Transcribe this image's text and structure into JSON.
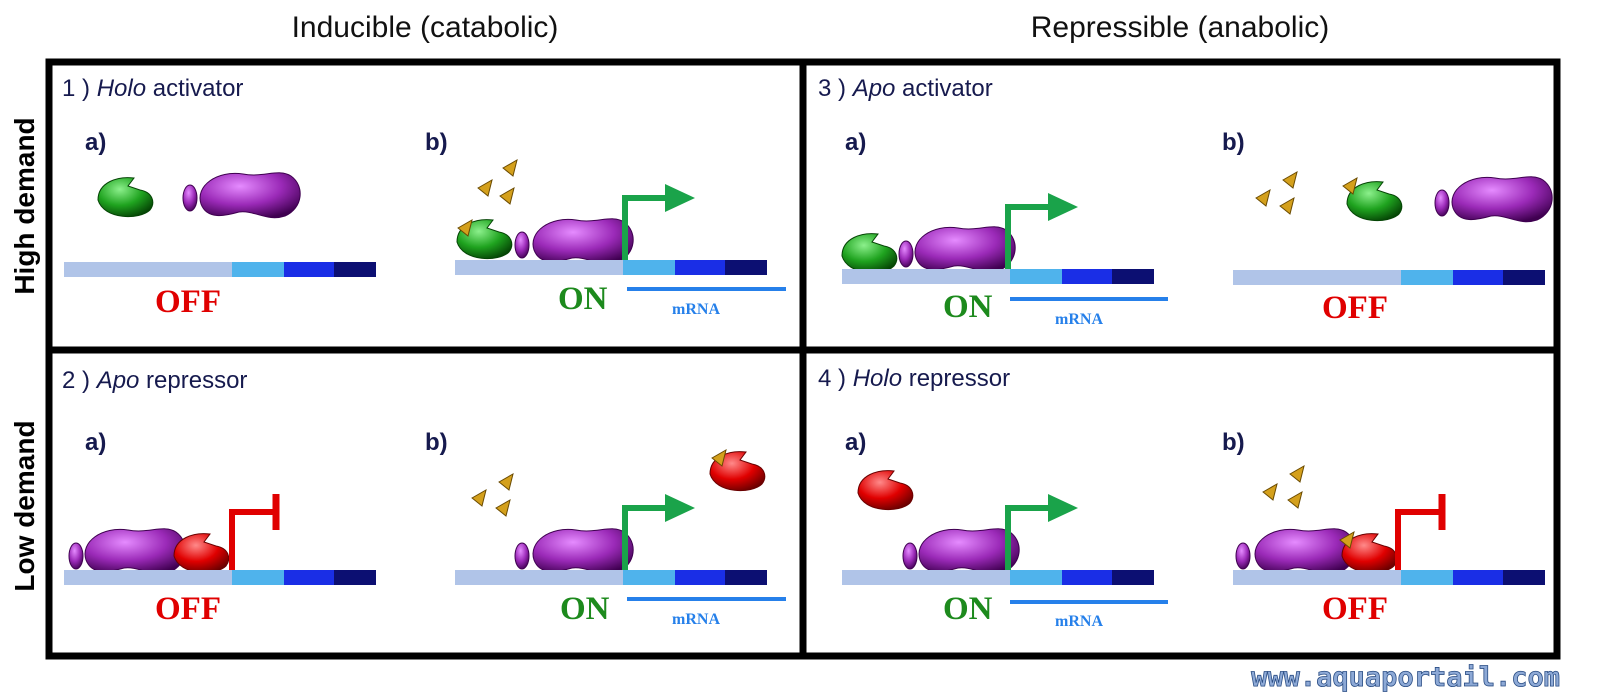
{
  "columns": {
    "inducible": "Inducible (catabolic)",
    "repressible": "Repressible (anabolic)"
  },
  "rows": {
    "high": "High demand",
    "low": "Low demand"
  },
  "panels": [
    {
      "num": "1 ) ",
      "mode": "Holo",
      "kind": " activator",
      "a": "a)",
      "b": "b)",
      "a_state": "OFF",
      "b_state": "ON",
      "b_mrna": "mRNA"
    },
    {
      "num": "2 ) ",
      "mode": "Apo",
      "kind": " repressor",
      "a": "a)",
      "b": "b)",
      "a_state": "OFF",
      "b_state": "ON",
      "b_mrna": "mRNA"
    },
    {
      "num": "3 ) ",
      "mode": "Apo",
      "kind": " activator",
      "a": "a)",
      "b": "b)",
      "a_state": "ON",
      "a_mrna": "mRNA",
      "b_state": "OFF"
    },
    {
      "num": "4 ) ",
      "mode": "Holo",
      "kind": " repressor",
      "a": "a)",
      "b": "b)",
      "a_state": "ON",
      "a_mrna": "mRNA",
      "b_state": "OFF"
    }
  ],
  "watermark": "www.aquaportail.com",
  "colors": {
    "frame": "#000000",
    "on_text": "#1d8a1d",
    "off_text": "#e00000",
    "mrna": "#2680ea",
    "activator_protein": "#9b2ab8",
    "inducer_protein": "#1fa31f",
    "repressor_protein": "#e00000",
    "ligand": "#d4a01c",
    "dna": "#b0c4e8"
  }
}
